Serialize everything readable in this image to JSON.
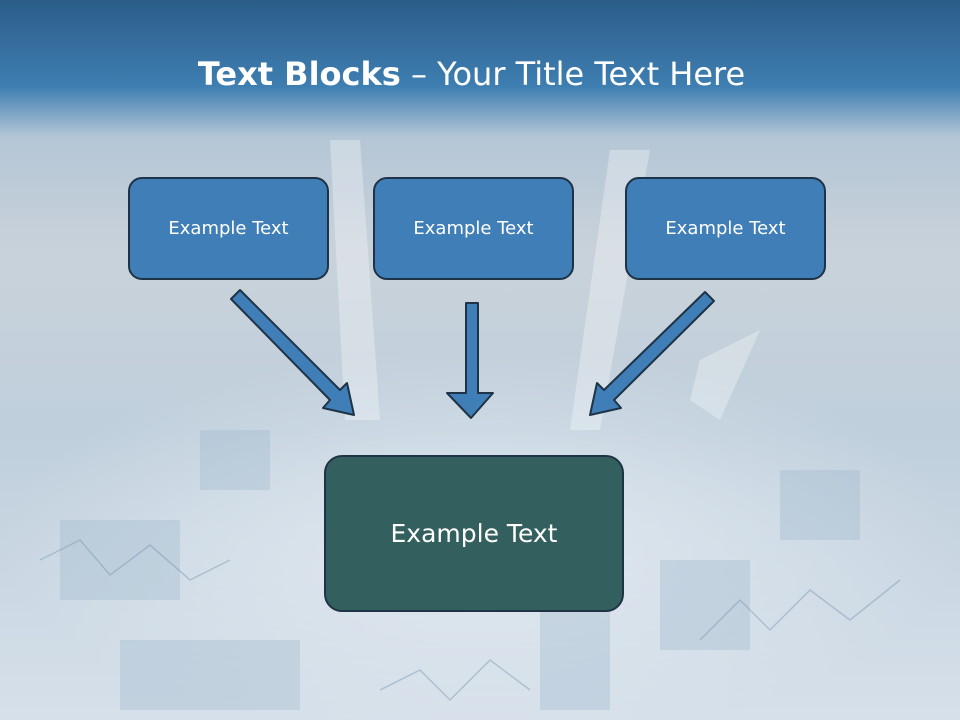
{
  "title": {
    "bold": "Text Blocks",
    "separator": " – ",
    "rest": "Your Title Text Here"
  },
  "blocks": {
    "top_left": "Example Text",
    "top_center": "Example Text",
    "top_right": "Example Text",
    "bottom": "Example Text"
  },
  "colors": {
    "header_band": "#3b78ab",
    "block_fill": "#3f7eb6",
    "bottom_block_fill": "#33605f",
    "arrow_fill": "#3f7eb6",
    "outline": "#1f3347"
  }
}
